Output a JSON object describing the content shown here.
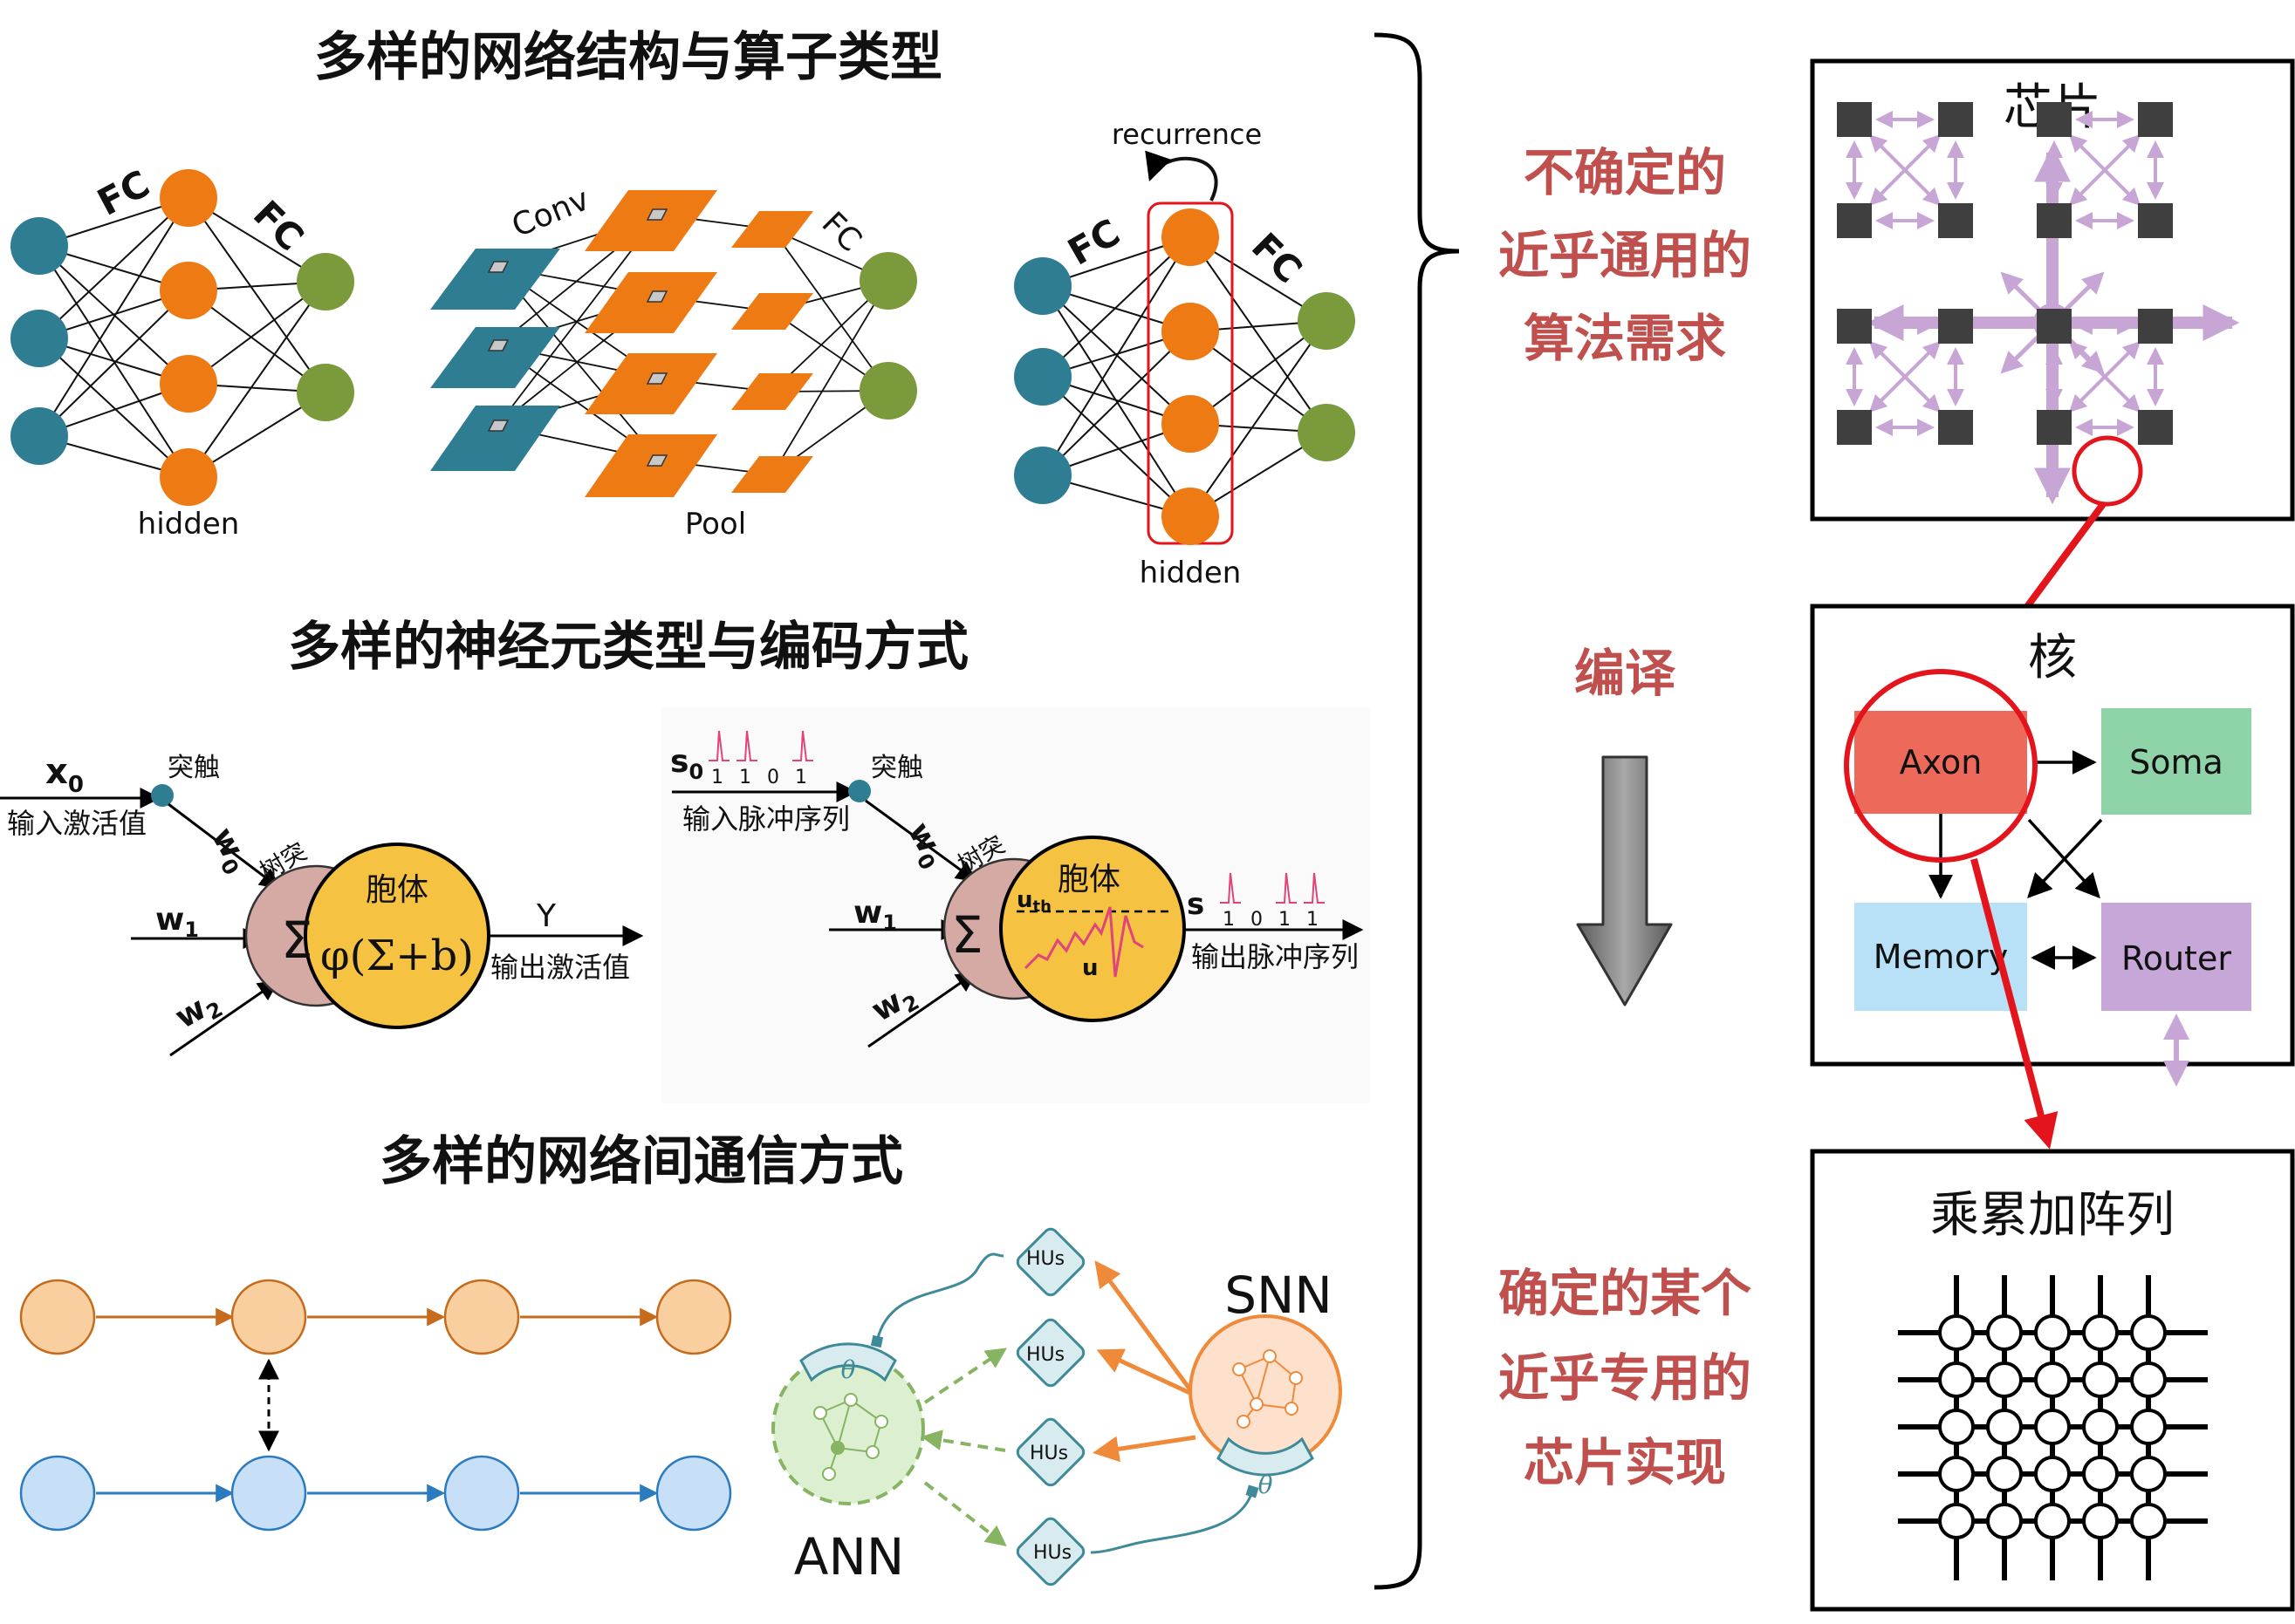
{
  "colors": {
    "teal": "#2e7d93",
    "orange": "#ee7a14",
    "green": "#7a9a3c",
    "red_title": "#c0504d",
    "red_arrow": "#e3141b",
    "lilac": "#c7a6d6",
    "dark_square": "#3f3f3f",
    "axon": "#ed6a5a",
    "soma": "#8fd3a8",
    "memory": "#b8e0f6",
    "router": "#c6a7d8",
    "peach": "#f9cf9f",
    "peach_line": "#c66a1c",
    "sky": "#c7e0f8",
    "sky_line": "#2b7bbf",
    "soma_yellow": "#f5c242",
    "dendrite": "#d6aaa4",
    "spike": "#e0447a",
    "snn_fill": "#fde1cc",
    "snn_line": "#ef8a3b",
    "ann_fill": "#dcefd0",
    "ann_line": "#86b462",
    "hu_fill": "#d8ecf0",
    "hu_line": "#3f8a98"
  },
  "section1": {
    "title": "多样的网络结构与算子类型",
    "mlp": {
      "fc1": "FC",
      "fc2": "FC",
      "hidden": "hidden"
    },
    "cnn": {
      "conv": "Conv",
      "fc": "FC",
      "pool": "Pool"
    },
    "rnn": {
      "recurrence": "recurrence",
      "fc1": "FC",
      "fc2": "FC",
      "hidden": "hidden"
    }
  },
  "section2": {
    "title": "多样的神经元类型与编码方式",
    "ann": {
      "x0": "x",
      "x0_sub": "0",
      "synapse": "突触",
      "input": "输入激活值",
      "w0": "w",
      "w0_sub": "0",
      "dendrite": "树突",
      "soma": "胞体",
      "w1": "w",
      "w1_sub": "1",
      "w2": "w",
      "w2_sub": "2",
      "sum": "Σ",
      "formula": "φ(Σ+b)",
      "y": "Y",
      "output": "输出激活值"
    },
    "snn": {
      "s0": "s",
      "s0_sub": "0",
      "in_bits": [
        "1",
        "1",
        "0",
        "1"
      ],
      "synapse": "突触",
      "input": "输入脉冲序列",
      "w0": "w",
      "w0_sub": "0",
      "dendrite": "树突",
      "soma": "胞体",
      "uth": "u",
      "uth_sub": "th",
      "u": "u",
      "w1": "w",
      "w1_sub": "1",
      "w2": "w",
      "w2_sub": "2",
      "sum": "Σ",
      "s": "s",
      "out_bits": [
        "1",
        "0",
        "1",
        "1"
      ],
      "output": "输出脉冲序列"
    }
  },
  "section3": {
    "title": "多样的网络间通信方式",
    "hus": [
      "HUs",
      "HUs",
      "HUs",
      "HUs"
    ],
    "snn": "SNN",
    "ann": "ANN",
    "theta": "θ"
  },
  "middle": {
    "uncertain": [
      "不确定的",
      "近乎通用的",
      "算法需求"
    ],
    "compile": "编译",
    "certain": [
      "确定的某个",
      "近乎专用的",
      "芯片实现"
    ]
  },
  "chip": {
    "title": "芯片"
  },
  "core": {
    "title": "核",
    "axon": "Axon",
    "soma": "Soma",
    "memory": "Memory",
    "router": "Router"
  },
  "mac": {
    "title": "乘累加阵列"
  }
}
